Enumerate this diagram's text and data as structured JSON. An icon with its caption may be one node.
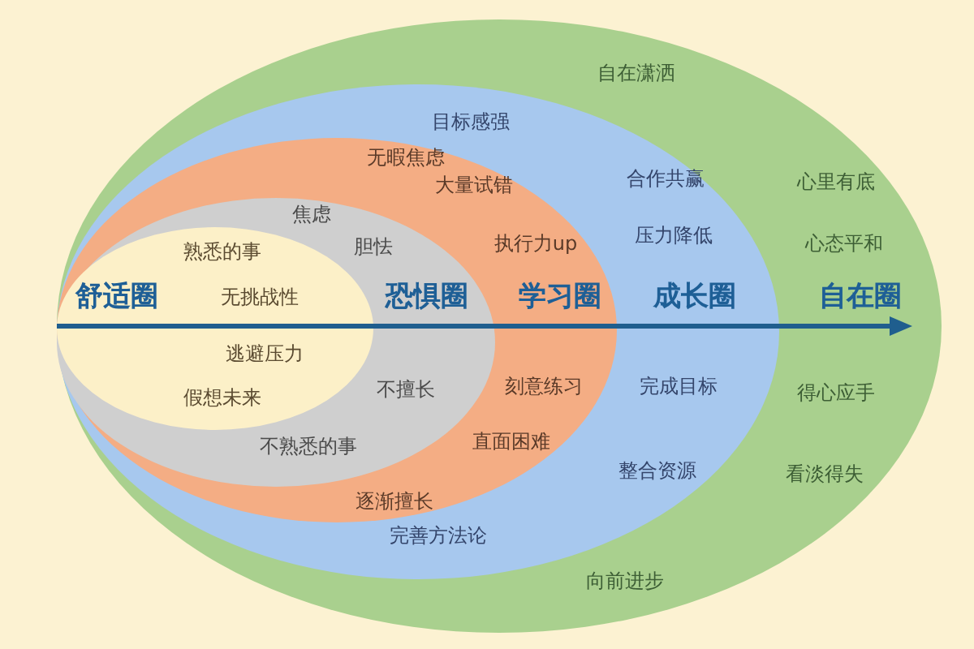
{
  "diagram": {
    "nodes": [
      {
        "text": [
          "自在圈",
          "自在潇洒",
          "心里有底",
          "心态平和",
          "得心应手",
          "看淡得失",
          "向前进步"
        ]
      },
      {
        "text": [
          "成长圈",
          "目标感强",
          "合作共赢",
          "压力降低",
          "完成目标",
          "整合资源",
          "完善方法论"
        ],
        "in": 0
      },
      {
        "text": [
          "学习圈",
          "无暇焦虑",
          "大量试错",
          "执行力up",
          "刻意练习",
          "直面困难",
          "逐渐擅长"
        ],
        "in": 1
      },
      {
        "text": [
          "恐惧圈",
          "焦虑",
          "胆怯",
          "不擅长",
          "不熟悉的事"
        ],
        "in": 2
      },
      {
        "text": [
          "舒适圈",
          "熟悉的事",
          "无挑战性",
          "逃避压力",
          "假想未来"
        ],
        "in": 3
      }
    ]
  }
}
